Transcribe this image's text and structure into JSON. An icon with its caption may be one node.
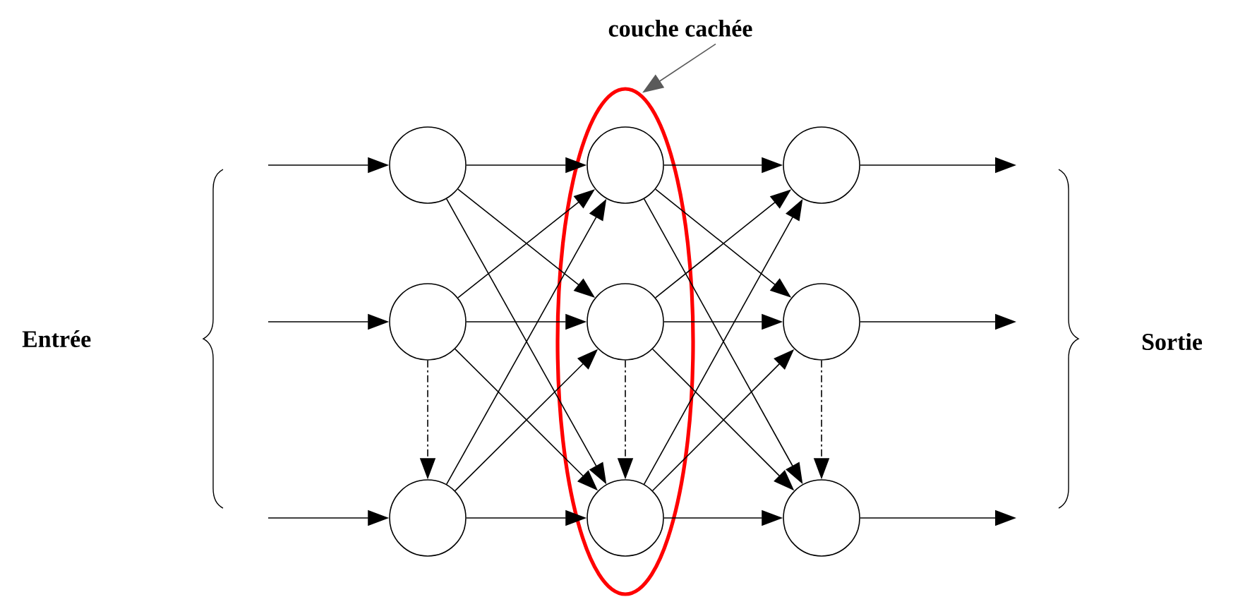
{
  "diagram": {
    "nodes": [
      {
        "text": [
          "couche cachée"
        ]
      },
      {
        "text": [],
        "shape": "ellipse"
      },
      {
        "text": [],
        "shape": "circle"
      },
      {
        "text": [],
        "shape": "circle"
      },
      {
        "text": [],
        "shape": "circle"
      },
      {
        "text": [],
        "shape": "circle",
        "in": 1
      },
      {
        "text": [],
        "shape": "circle",
        "in": 1
      },
      {
        "text": [],
        "shape": "circle",
        "in": 1
      },
      {
        "text": [],
        "shape": "circle"
      },
      {
        "text": [],
        "shape": "circle"
      },
      {
        "text": [],
        "shape": "circle"
      }
    ],
    "edges": [
      {
        "from": 0,
        "to": 1,
        "arrow": "to"
      },
      {
        "from": null,
        "to": 2,
        "arrow": "to"
      },
      {
        "from": null,
        "to": 3,
        "arrow": "to"
      },
      {
        "from": null,
        "to": 4,
        "arrow": "to"
      },
      {
        "from": 2,
        "to": 5,
        "arrow": "to"
      },
      {
        "from": 2,
        "to": 6,
        "arrow": "to"
      },
      {
        "from": 2,
        "to": 7,
        "arrow": "to"
      },
      {
        "from": 3,
        "to": 5,
        "arrow": "to"
      },
      {
        "from": 3,
        "to": 6,
        "arrow": "to"
      },
      {
        "from": 3,
        "to": 7,
        "arrow": "to"
      },
      {
        "from": 4,
        "to": 5,
        "arrow": "to"
      },
      {
        "from": 4,
        "to": 6,
        "arrow": "to"
      },
      {
        "from": 4,
        "to": 7,
        "arrow": "to"
      },
      {
        "from": 5,
        "to": 8,
        "arrow": "to"
      },
      {
        "from": 5,
        "to": 9,
        "arrow": "to"
      },
      {
        "from": 5,
        "to": 10,
        "arrow": "to"
      },
      {
        "from": 6,
        "to": 8,
        "arrow": "to"
      },
      {
        "from": 6,
        "to": 9,
        "arrow": "to"
      },
      {
        "from": 6,
        "to": 10,
        "arrow": "to"
      },
      {
        "from": 7,
        "to": 8,
        "arrow": "to"
      },
      {
        "from": 7,
        "to": 9,
        "arrow": "to"
      },
      {
        "from": 7,
        "to": 10,
        "arrow": "to"
      },
      {
        "from": 8,
        "to": null,
        "arrow": "to"
      },
      {
        "from": 9,
        "to": null,
        "arrow": "to"
      },
      {
        "from": 10,
        "to": null,
        "arrow": "to"
      },
      {
        "from": 3,
        "to": 4,
        "arrow": "to",
        "style": "dashed"
      },
      {
        "from": 6,
        "to": 7,
        "arrow": "to",
        "style": "dashed"
      },
      {
        "from": 9,
        "to": 10,
        "arrow": "to",
        "style": "dashed"
      }
    ],
    "labels": [
      "Entrée",
      "Sortie"
    ]
  }
}
